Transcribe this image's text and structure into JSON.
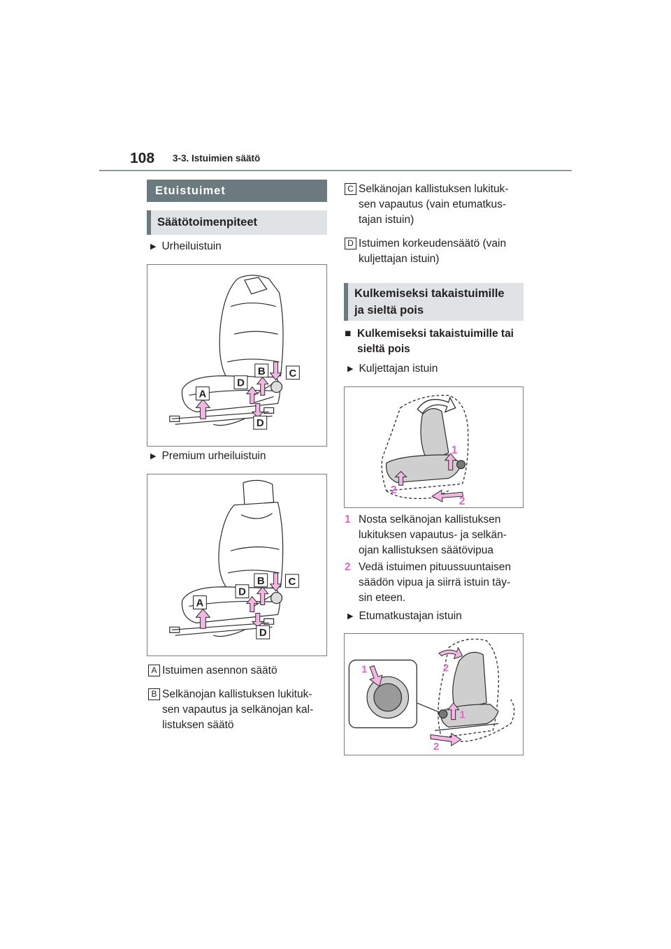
{
  "header": {
    "page_number": "108",
    "chapter": "3-3. Istuimien säätö"
  },
  "left": {
    "section_title": "Etuistuimet",
    "subsection_title": "Säätötoimenpiteet",
    "variant1": "Urheiluistuin",
    "variant2": "Premium urheiluistuin",
    "keys": [
      {
        "letter": "A",
        "lines": [
          "Istuimen asennon säätö"
        ]
      },
      {
        "letter": "B",
        "lines": [
          "Selkänojan kallistuksen lukituk-",
          "sen vapautus ja selkänojan kal-",
          "listuksen säätö"
        ]
      }
    ]
  },
  "right": {
    "keys": [
      {
        "letter": "C",
        "lines": [
          "Selkänojan kallistuksen lukituk-",
          "sen vapautus (vain etumatkus-",
          "tajan istuin)"
        ]
      },
      {
        "letter": "D",
        "lines": [
          "Istuimen korkeudensäätö (vain",
          "kuljettajan istuin)"
        ]
      }
    ],
    "subsection_title": [
      "Kulkemiseksi takaistuimille",
      "ja sieltä pois"
    ],
    "square_heading": [
      "Kulkemiseksi takaistuimille tai",
      "sieltä pois"
    ],
    "variant_driver": "Kuljettajan istuin",
    "steps": [
      {
        "num": "1",
        "lines": [
          "Nosta selkänojan kallistuksen",
          "lukituksen vapautus- ja selkän-",
          "ojan kallistuksen säätövipua"
        ]
      },
      {
        "num": "2",
        "lines": [
          "Vedä istuimen pituussuuntaisen",
          "säädön vipua ja siirrä istuin täy-",
          "sin eteen."
        ]
      }
    ],
    "variant_passenger": "Etumatkustajan istuin"
  },
  "figure_labels": {
    "A": "A",
    "B": "B",
    "C": "C",
    "D": "D",
    "one": "1",
    "two": "2"
  },
  "colors": {
    "accent_pink": "#e066c8",
    "section_bar": "#6b7a7f",
    "sub_bar": "#dfe3e5",
    "arrow_fill": "#f3b7e3"
  }
}
